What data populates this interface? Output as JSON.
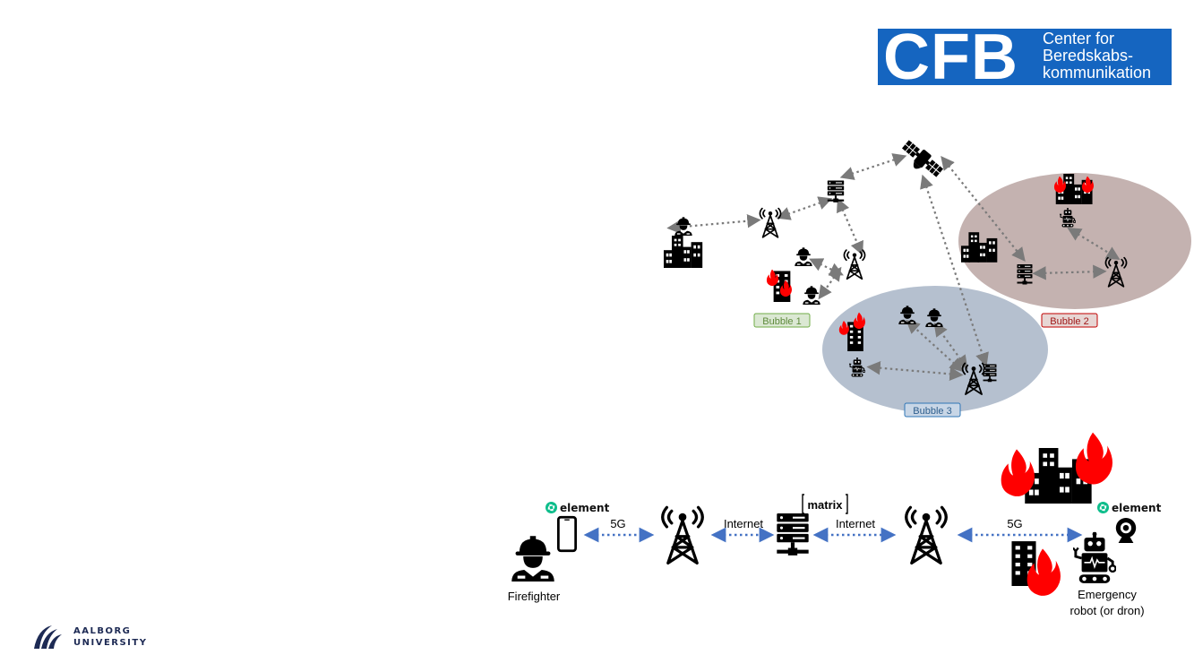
{
  "header": {
    "logo_letters": "CFB",
    "logo_lines": [
      "Center for",
      "Beredskabs-",
      "kommunikation"
    ]
  },
  "footer": {
    "university_lines": [
      "AALBORG",
      "UNIVERSITY"
    ]
  },
  "bubbles": {
    "bubble1": "Bubble 1",
    "bubble2": "Bubble 2",
    "bubble3": "Bubble 3"
  },
  "pipeline": {
    "firefighter_label": "Firefighter",
    "robot_label_line1": "Emergency",
    "robot_label_line2": "robot (or dron)",
    "link_5g_left": "5G",
    "link_internet_left": "Internet",
    "link_internet_right": "Internet",
    "link_5g_right": "5G",
    "server_label": "matrix",
    "element_left": "element",
    "element_right": "element"
  },
  "colors": {
    "logo_blue": "#1565c0",
    "bubble_gray": "#b5c0cf",
    "bubble_brown": "#c4b2b0",
    "link_dotted_gray": "#7a7a7a",
    "link_dotted_blue": "#4472c4",
    "fire_red": "#ff0000",
    "element_green": "#0dbd8b",
    "bubble1_border": "#70ad47",
    "bubble2_border": "#c00000",
    "bubble3_border": "#2e75b6"
  }
}
